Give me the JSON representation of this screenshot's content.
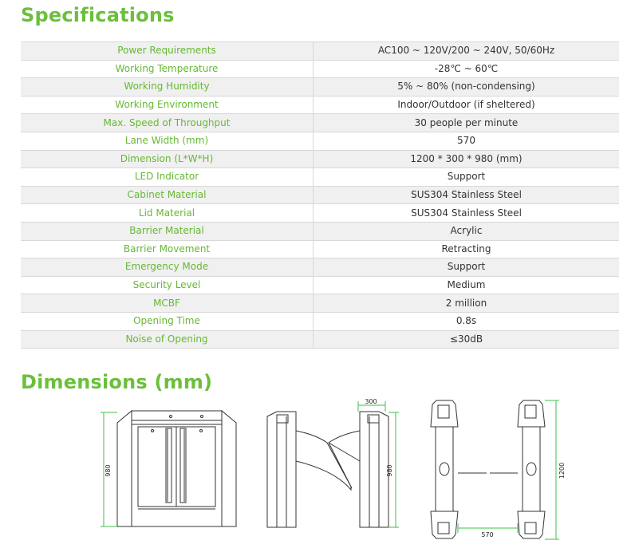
{
  "spec_title": "Specifications",
  "dim_title": "Dimensions (mm)",
  "specs": [
    {
      "label": "Power Requirements",
      "value": "AC100 ~ 120V/200 ~ 240V, 50/60Hz"
    },
    {
      "label": "Working Temperature",
      "value": "-28℃ ~ 60℃"
    },
    {
      "label": "Working Humidity",
      "value": "5% ~ 80% (non-condensing)"
    },
    {
      "label": "Working Environment",
      "value": "Indoor/Outdoor (if sheltered)"
    },
    {
      "label": "Max. Speed of Throughput",
      "value": "30 people per minute"
    },
    {
      "label": "Lane Width (mm)",
      "value": "570"
    },
    {
      "label": "Dimension (L*W*H)",
      "value": "1200 * 300 * 980 (mm)"
    },
    {
      "label": "LED Indicator",
      "value": "Support"
    },
    {
      "label": "Cabinet Material",
      "value": "SUS304 Stainless Steel"
    },
    {
      "label": "Lid Material",
      "value": "SUS304 Stainless Steel"
    },
    {
      "label": "Barrier Material",
      "value": "Acrylic"
    },
    {
      "label": "Barrier Movement",
      "value": "Retracting"
    },
    {
      "label": "Emergency Mode",
      "value": "Support"
    },
    {
      "label": "Security Level",
      "value": "Medium"
    },
    {
      "label": "MCBF",
      "value": "2 million"
    },
    {
      "label": "Opening Time",
      "value": "0.8s"
    },
    {
      "label": "Noise of Opening",
      "value": "≤30dB"
    }
  ],
  "dimension_labels": {
    "front_height": "980",
    "side_width": "300",
    "side_height": "980",
    "top_length": "1200",
    "top_lane": "570"
  },
  "colors": {
    "accent": "#6cbf3c",
    "dimension_line": "#3ec24a"
  }
}
